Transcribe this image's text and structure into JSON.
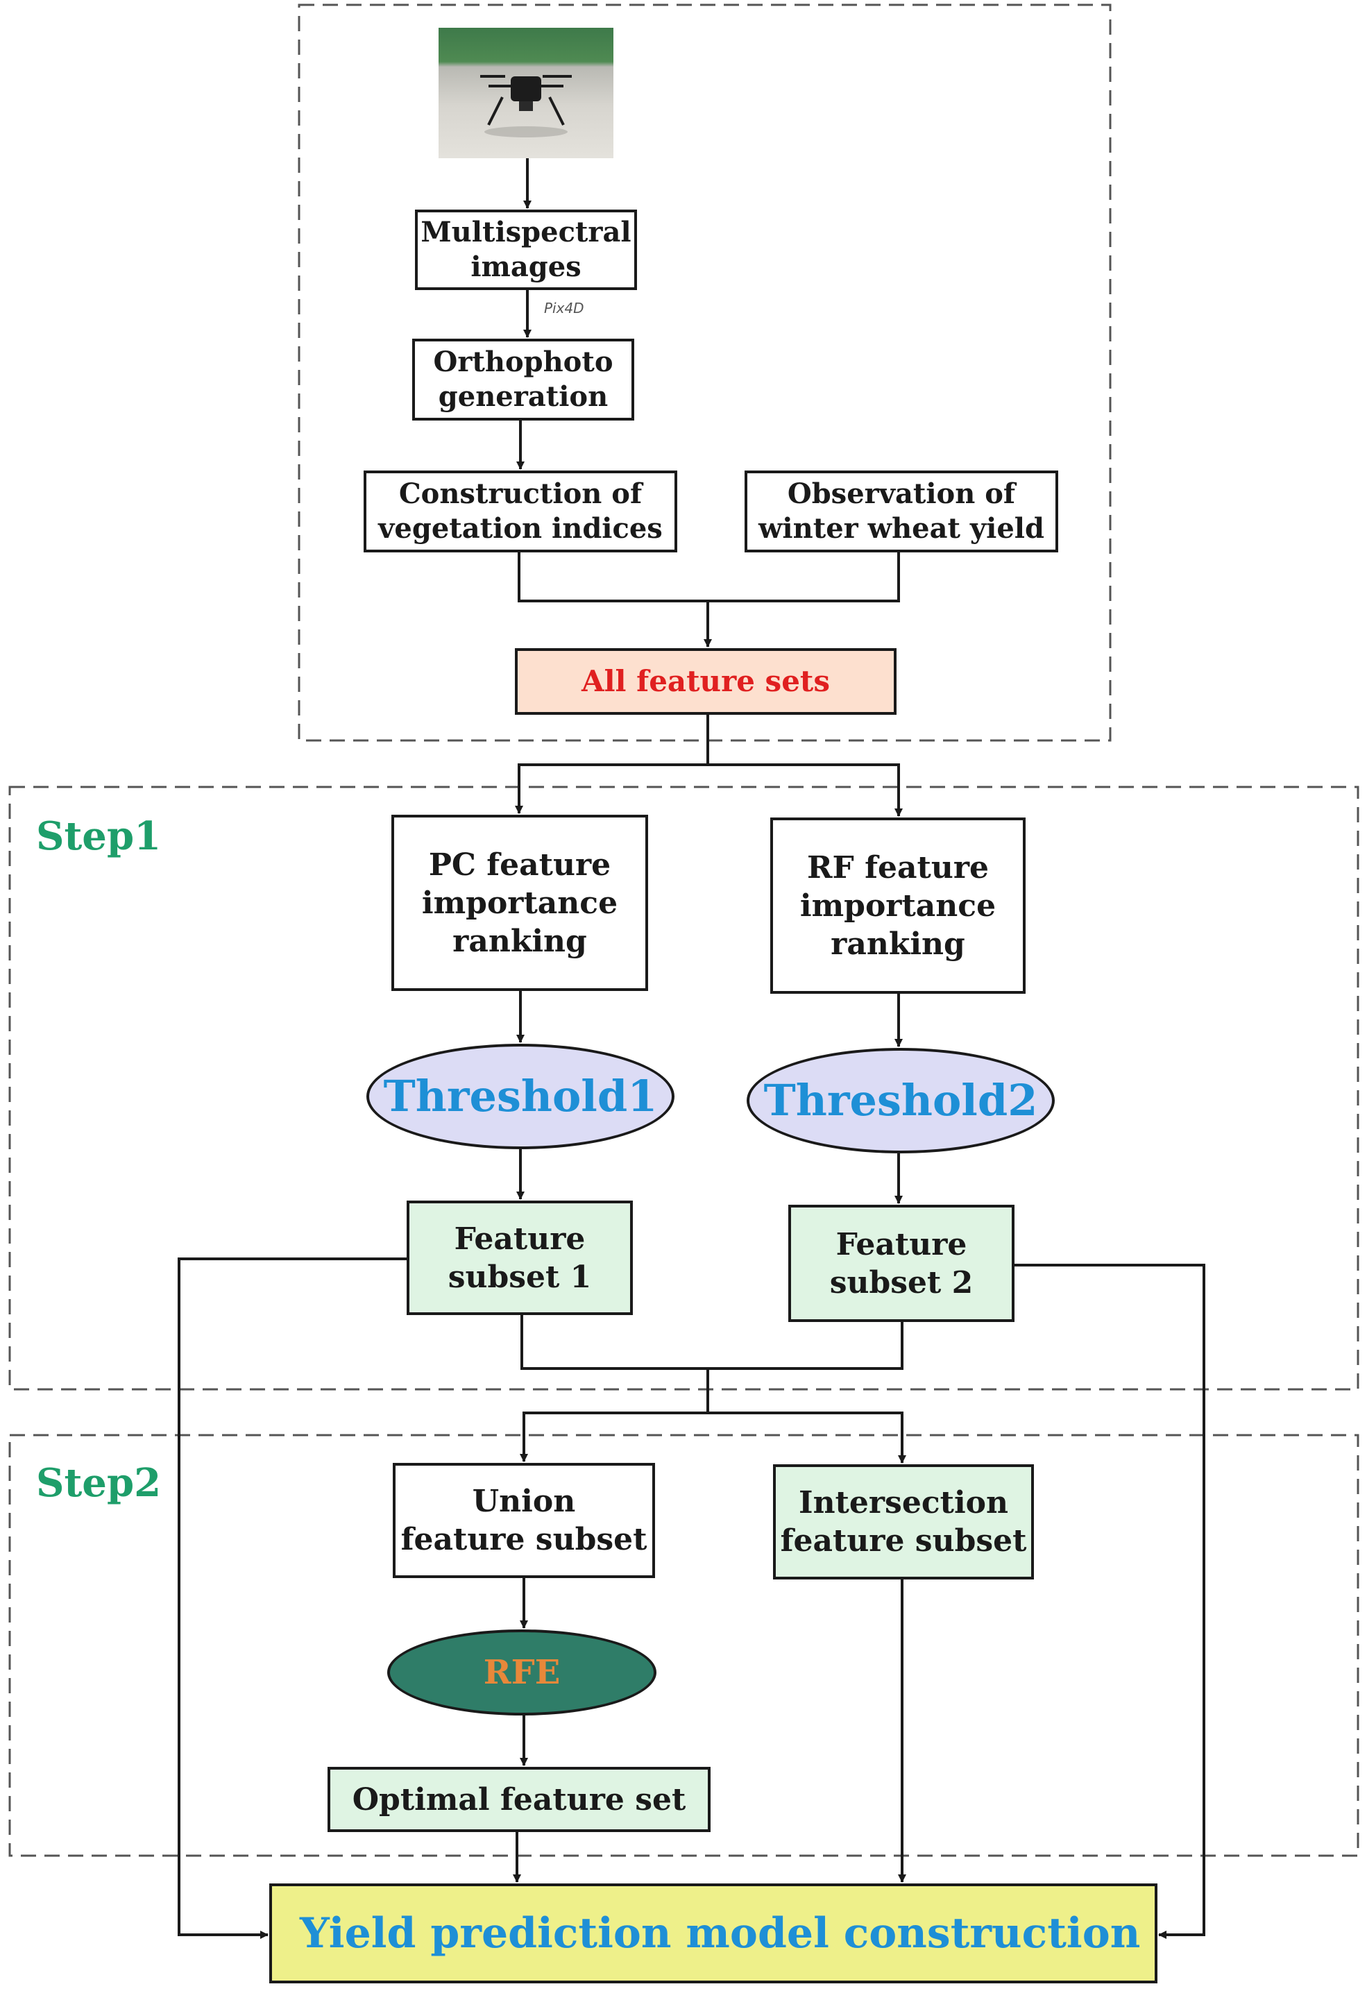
{
  "nodes": {
    "multispectral": "Multispectral\nimages",
    "orthophoto": "Orthophoto\ngeneration",
    "vegetation": "Construction of\nvegetation indices",
    "observation": "Observation of\nwinter wheat yield",
    "all_features": "All feature sets",
    "pc_ranking": "PC feature\nimportance\nranking",
    "rf_ranking": "RF feature\nimportance\nranking",
    "threshold1": "Threshold1",
    "threshold2": "Threshold2",
    "subset1": "Feature\nsubset 1",
    "subset2": "Feature\nsubset 2",
    "union": "Union\nfeature subset",
    "intersection": "Intersection\nfeature subset",
    "rfe": "RFE",
    "optimal": "Optimal feature set",
    "yield_model": "Yield prediction model construction"
  },
  "steps": {
    "step1": "Step1",
    "step2": "Step2"
  },
  "logo": {
    "pix4d": "Pix4D"
  },
  "colors": {
    "line": "#1a1a1a",
    "all_features_fill": "#fde0cf",
    "all_features_text": "#e02020",
    "threshold_fill": "#dcdcf5",
    "threshold_text": "#1e8fd6",
    "subset_fill": "#dff4e3",
    "rfe_fill": "#2f7d68",
    "rfe_text": "#e8883a",
    "yield_fill": "#eef08a",
    "yield_text": "#1e8fd6",
    "step_text": "#1e9e6a",
    "dashed_border": "#555555"
  }
}
